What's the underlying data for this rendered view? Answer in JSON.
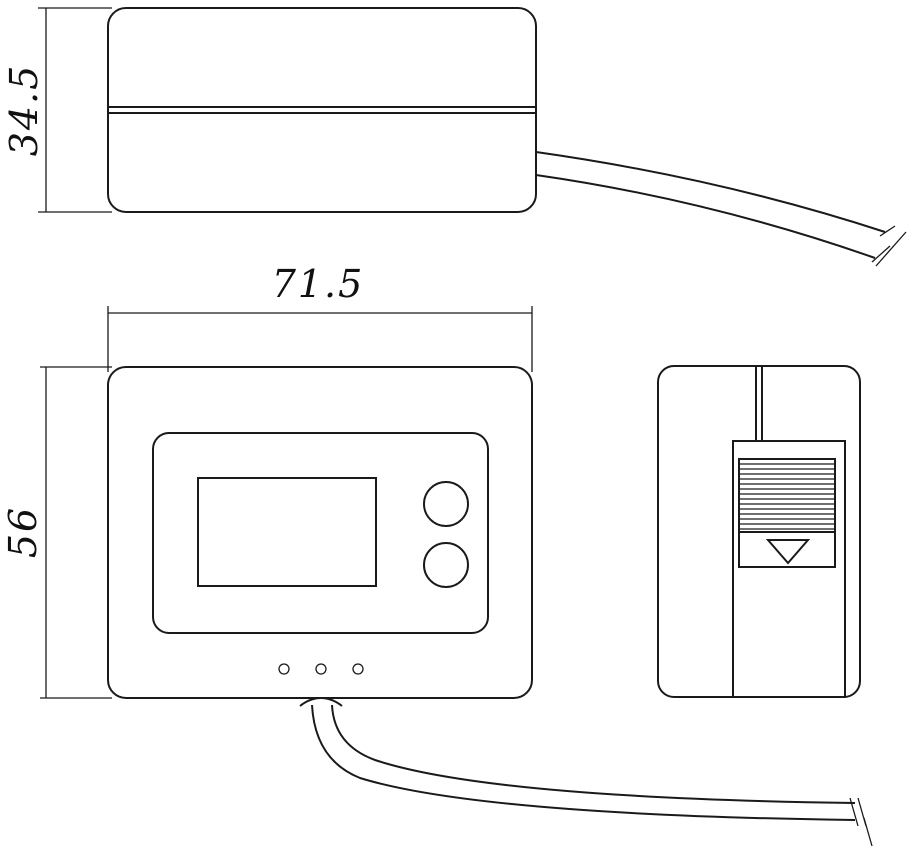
{
  "dimensions": {
    "height": "34.5",
    "width": "71.5",
    "depth": "56"
  }
}
